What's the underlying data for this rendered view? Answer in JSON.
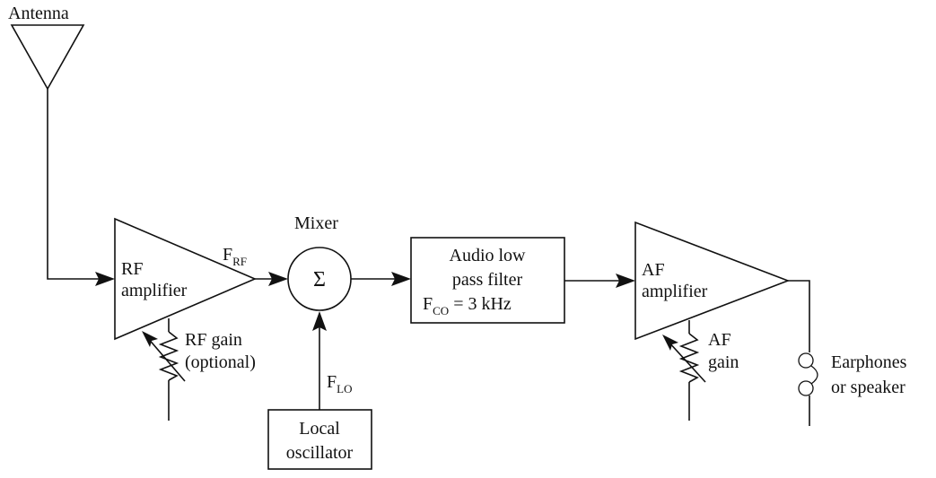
{
  "labels": {
    "antenna": "Antenna",
    "rf_amplifier_line1": "RF",
    "rf_amplifier_line2": "amplifier",
    "f_rf_main": "F",
    "f_rf_sub": "RF",
    "mixer": "Mixer",
    "sigma": "Σ",
    "filter_line1": "Audio low",
    "filter_line2": "pass filter",
    "filter_fco_main": "F",
    "filter_fco_sub": "CO",
    "filter_fco_value": " = 3 kHz",
    "af_amplifier_line1": "AF",
    "af_amplifier_line2": "amplifier",
    "rf_gain_line1": "RF gain",
    "rf_gain_line2": "(optional)",
    "f_lo_main": "F",
    "f_lo_sub": "LO",
    "local_osc_line1": "Local",
    "local_osc_line2": "oscillator",
    "af_gain_line1": "AF",
    "af_gain_line2": "gain",
    "earphones_line1": "Earphones",
    "earphones_line2": "or speaker"
  }
}
